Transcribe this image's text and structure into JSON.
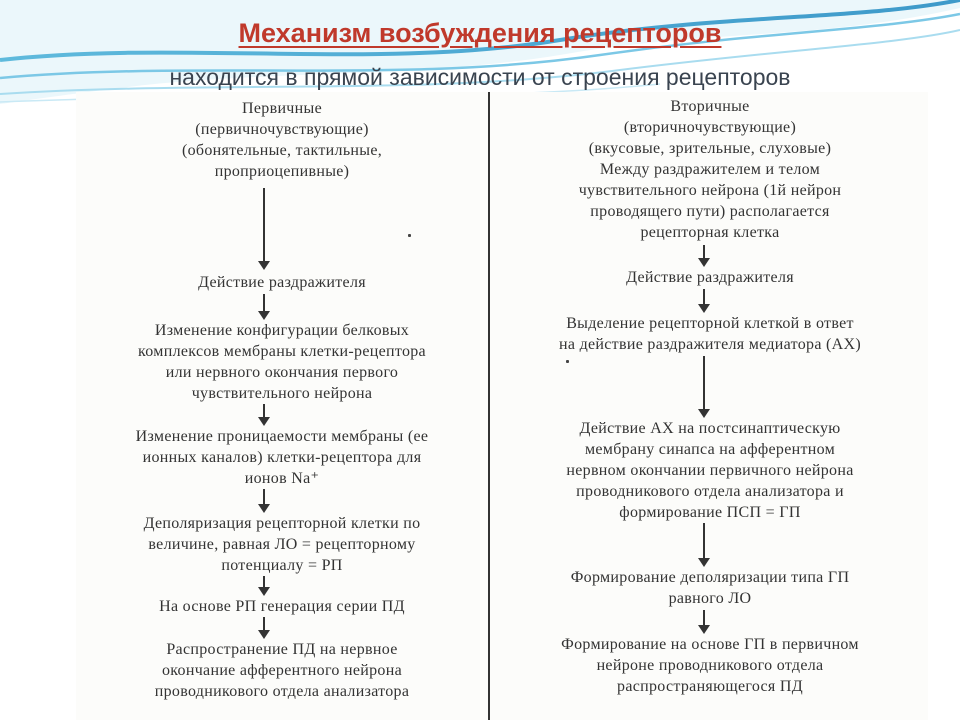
{
  "title": "Механизм возбуждения рецепторов",
  "subtitle": "находится в прямой зависимости от строения рецепторов",
  "left": {
    "header": [
      "Первичные",
      "(первичночувствующие)",
      "(обонятельные, тактильные,",
      "проприоцепивные)"
    ],
    "steps": [
      [
        "Действие раздражителя"
      ],
      [
        "Изменение конфигурации белковых",
        "комплексов мембраны клетки-рецептора",
        "или нервного окончания первого",
        "чувствительного нейрона"
      ],
      [
        "Изменение проницаемости мембраны (ее",
        "ионных каналов) клетки-рецептора для",
        "ионов Na⁺"
      ],
      [
        "Деполяризация рецепторной клетки по",
        "величине, равная ЛО = рецепторному",
        "потенциалу = РП"
      ],
      [
        "На основе РП генерация серии ПД"
      ],
      [
        "Распространение ПД на нервное",
        "окончание афферентного нейрона",
        "проводникового отдела анализатора"
      ]
    ]
  },
  "right": {
    "header": [
      "Вторичные",
      "(вторичночувствующие)",
      "(вкусовые, зрительные, слуховые)",
      "Между раздражителем и телом",
      "чувствительного нейрона (1й нейрон",
      "проводящего пути) располагается",
      "рецепторная клетка"
    ],
    "steps": [
      [
        "Действие раздражителя"
      ],
      [
        "Выделение рецепторной клеткой в ответ",
        "на действие раздражителя медиатора (АХ)"
      ],
      [
        "Действие АХ на постсинаптическую",
        "мембрану синапса на афферентном",
        "нервном окончании первичного нейрона",
        "проводникового отдела анализатора и",
        "формирование ПСП = ГП"
      ],
      [
        "Формирование деполяризации типа ГП",
        "равного ЛО"
      ],
      [
        "Формирование на основе ГП в первичном",
        "нейроне проводникового отдела",
        "распространяющегося ПД"
      ]
    ]
  }
}
